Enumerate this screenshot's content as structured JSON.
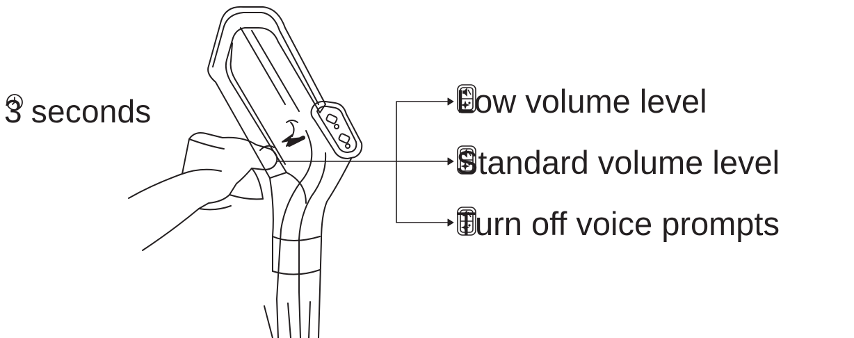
{
  "timer": {
    "icon": "clock-icon",
    "label": "3 seconds"
  },
  "options": [
    {
      "icon": "mute-voice-button-icon",
      "label": "Low volume level"
    },
    {
      "icon": "mute-voice-button-icon",
      "label": "Standard volume level"
    },
    {
      "icon": "mute-voice-button-icon",
      "label": "Turn off voice prompts"
    }
  ],
  "colors": {
    "line": "#231f20",
    "background": "#ffffff"
  }
}
